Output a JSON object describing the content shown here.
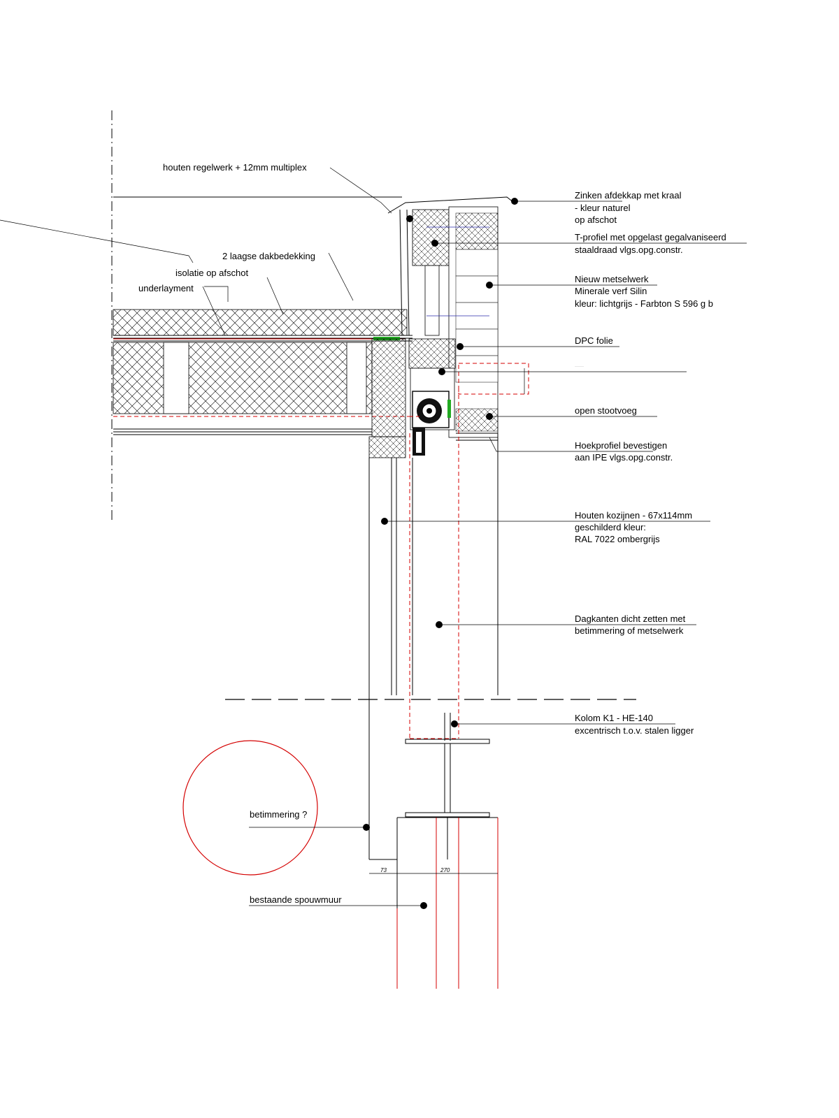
{
  "labels": {
    "multiplex": "houten regelwerk + 12mm multiplex",
    "dakbedekking": "2 laagse dakbedekking",
    "isolatie": "isolatie op afschot",
    "underlayment": "underlayment",
    "zinken_1": "Zinken afdekkap met kraal",
    "zinken_2": "- kleur naturel",
    "zinken_3": "op afschot",
    "tprofiel_1": "T-profiel met opgelast gegalvaniseerd",
    "tprofiel_2": "staaldraad vlgs.opg.constr.",
    "metselwerk_1": "Nieuw metselwerk",
    "metselwerk_2": "Minerale verf Silin",
    "metselwerk_3": "kleur: lichtgrijs - Farbton S 596 g b",
    "dpc": "DPC folie",
    "stootvoeg": "open stootvoeg",
    "hoekprofiel_1": "Hoekprofiel bevestigen",
    "hoekprofiel_2": "aan IPE vlgs.opg.constr.",
    "kozijnen_1": "Houten kozijnen - 67x114mm",
    "kozijnen_2": "geschilderd kleur:",
    "kozijnen_3": "RAL 7022 ombergrijs",
    "dagkanten_1": "Dagkanten dicht zetten met",
    "dagkanten_2": "betimmering of metselwerk",
    "kolom_1": "Kolom K1 - HE-140",
    "kolom_2": "excentrisch t.o.v. stalen ligger",
    "betimmering": "betimmering ?",
    "spouwmuur": "bestaande spouwmuur"
  },
  "colors": {
    "line": "#000000",
    "markup": "#d40000",
    "seal": "#22aa22"
  }
}
